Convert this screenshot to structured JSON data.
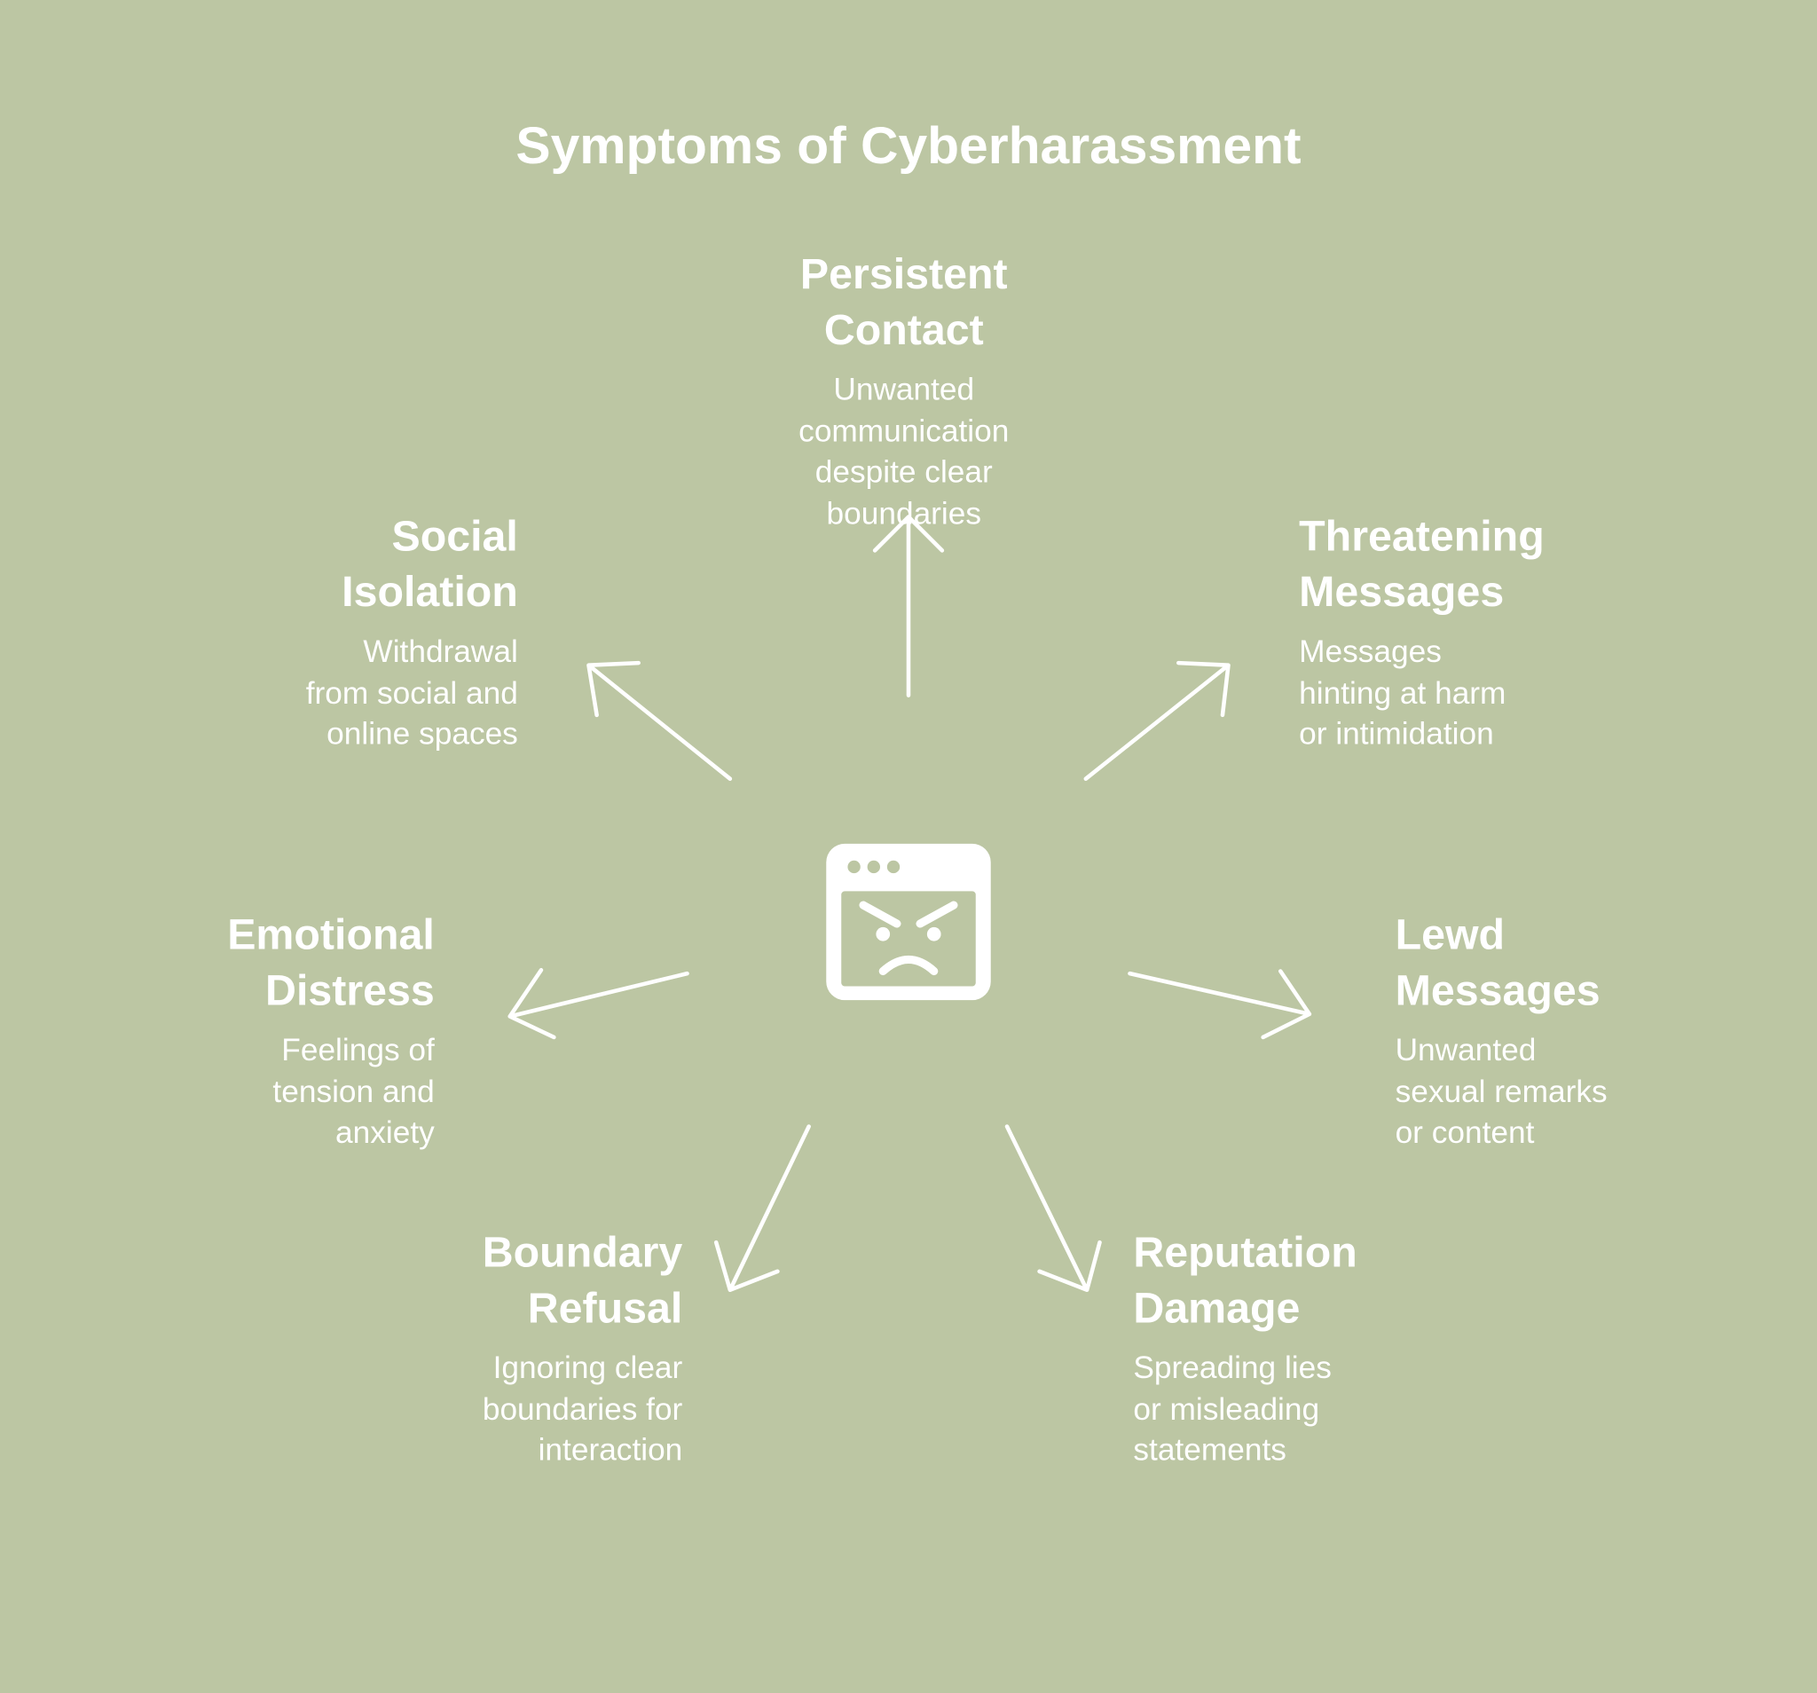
{
  "title": "Symptoms of Cyberharassment",
  "center_icon": "angry-browser-window-icon",
  "colors": {
    "background": "#bcc6a3",
    "foreground": "#ffffff"
  },
  "symptoms": [
    {
      "title_lines": [
        "Persistent",
        "Contact"
      ],
      "desc_lines": [
        "Unwanted",
        "communication",
        "despite clear",
        "boundaries"
      ]
    },
    {
      "title_lines": [
        "Threatening",
        "Messages"
      ],
      "desc_lines": [
        "Messages",
        "hinting at harm",
        "or intimidation"
      ]
    },
    {
      "title_lines": [
        "Lewd",
        "Messages"
      ],
      "desc_lines": [
        "Unwanted",
        "sexual remarks",
        "or content"
      ]
    },
    {
      "title_lines": [
        "Reputation",
        "Damage"
      ],
      "desc_lines": [
        "Spreading lies",
        "or misleading",
        "statements"
      ]
    },
    {
      "title_lines": [
        "Boundary",
        "Refusal"
      ],
      "desc_lines": [
        "Ignoring clear",
        "boundaries for",
        "interaction"
      ]
    },
    {
      "title_lines": [
        "Emotional",
        "Distress"
      ],
      "desc_lines": [
        "Feelings of",
        "tension and",
        "anxiety"
      ]
    },
    {
      "title_lines": [
        "Social",
        "Isolation"
      ],
      "desc_lines": [
        "Withdrawal",
        "from social and",
        "online spaces"
      ]
    }
  ]
}
